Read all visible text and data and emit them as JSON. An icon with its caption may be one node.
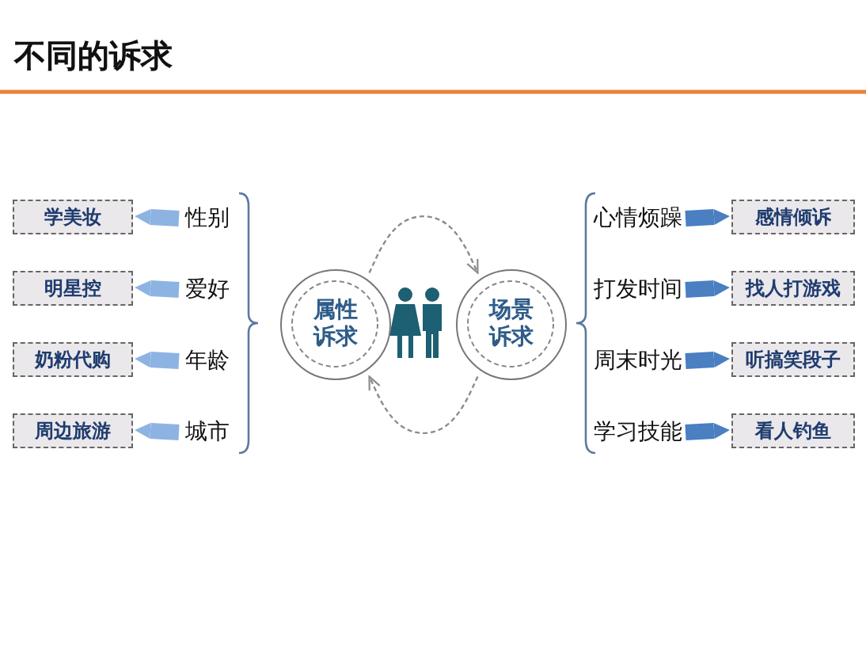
{
  "diagram": {
    "title": "不同的诉求",
    "nodes": [
      {
        "text": [
          "属性诉求"
        ]
      },
      {
        "text": [
          "场景诉求"
        ]
      },
      {
        "text": [
          "性别"
        ]
      },
      {
        "text": [
          "爱好"
        ]
      },
      {
        "text": [
          "年龄"
        ]
      },
      {
        "text": [
          "城市"
        ]
      },
      {
        "text": [
          "学美妆"
        ]
      },
      {
        "text": [
          "明星控"
        ]
      },
      {
        "text": [
          "奶粉代购"
        ]
      },
      {
        "text": [
          "周边旅游"
        ]
      },
      {
        "text": [
          "心情烦躁"
        ]
      },
      {
        "text": [
          "打发时间"
        ]
      },
      {
        "text": [
          "周末时光"
        ]
      },
      {
        "text": [
          "学习技能"
        ]
      },
      {
        "text": [
          "感情倾诉"
        ]
      },
      {
        "text": [
          "找人打游戏"
        ]
      },
      {
        "text": [
          "听搞笑段子"
        ]
      },
      {
        "text": [
          "看人钓鱼"
        ]
      }
    ],
    "edges": [
      {
        "from": 0,
        "to": 1,
        "arrow": "to",
        "style": "dashed",
        "color": "#8c8c8c"
      },
      {
        "from": 1,
        "to": 0,
        "arrow": "to",
        "style": "dashed",
        "color": "#8c8c8c"
      },
      {
        "from": 2,
        "to": 6,
        "arrow": "to"
      },
      {
        "from": 3,
        "to": 7,
        "arrow": "to"
      },
      {
        "from": 4,
        "to": 8,
        "arrow": "to"
      },
      {
        "from": 5,
        "to": 9,
        "arrow": "to"
      },
      {
        "from": 10,
        "to": 14,
        "arrow": "to",
        "color": "#4a7fc1"
      },
      {
        "from": 11,
        "to": 15,
        "arrow": "to",
        "color": "#4a7fc1"
      },
      {
        "from": 12,
        "to": 16,
        "arrow": "to",
        "color": "#4a7fc1"
      },
      {
        "from": 13,
        "to": 17,
        "arrow": "to",
        "color": "#4a7fc1"
      }
    ]
  }
}
